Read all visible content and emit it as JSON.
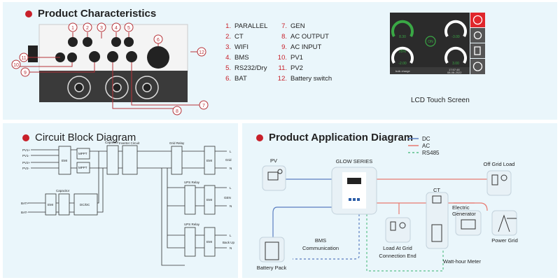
{
  "product_characteristics": {
    "title": "Product Characteristics",
    "ports_left": [
      {
        "num": "1.",
        "label": "PARALLEL"
      },
      {
        "num": "2.",
        "label": "CT"
      },
      {
        "num": "3.",
        "label": "WIFI"
      },
      {
        "num": "4.",
        "label": "BMS"
      },
      {
        "num": "5.",
        "label": "RS232/Dry"
      },
      {
        "num": "6.",
        "label": "BAT"
      }
    ],
    "ports_right": [
      {
        "num": "7.",
        "label": "GEN"
      },
      {
        "num": "8.",
        "label": "AC OUTPUT"
      },
      {
        "num": "9.",
        "label": "AC INPUT"
      },
      {
        "num": "10.",
        "label": "PV1"
      },
      {
        "num": "11.",
        "label": "PV2"
      },
      {
        "num": "12.",
        "label": "Battery switch"
      }
    ],
    "callouts": [
      "1",
      "2",
      "3",
      "4",
      "5",
      "6",
      "7",
      "8",
      "9",
      "10",
      "11",
      "12"
    ],
    "lcd_caption": "LCD Touch Screen",
    "lcd": {
      "pv_value": "8.30",
      "pv_min": "0",
      "pv_max": "12",
      "grid_value": "-3.00",
      "grid_min": "0",
      "grid_max": "8",
      "battery_soc": "25%",
      "battery_value": "-2.00",
      "battery_min": "0",
      "battery_max": "8",
      "load_value": "3.00",
      "load_min": "0",
      "load_max": "8",
      "center_label": "ON",
      "status": "bulk charge",
      "time": "17:57:48",
      "date": "08-08-2022",
      "side_buttons": [
        "alarm-icon",
        "gear-icon",
        "log-icon",
        "info-icon"
      ],
      "colors": {
        "screen": "#2b2b2b",
        "green": "#3aa845",
        "alarm": "#e0262b"
      }
    }
  },
  "circuit_block": {
    "title": "Circuit Block Diagram",
    "inputs_pv": [
      "PV1+",
      "PV1-",
      "PV2+",
      "PV2-"
    ],
    "inputs_bat": [
      "BAT+",
      "BAT-"
    ],
    "blocks": {
      "emi": "EMI",
      "mppt": "MPPT",
      "dcdc": "DC/DC",
      "capacitor": "Capacitor",
      "inverter": "Inverter Circuit",
      "grid_relay": "Grid Relay",
      "ups_relay": "UPS Relay"
    },
    "outputs": [
      {
        "name": "Grid",
        "l": "L",
        "n": "N"
      },
      {
        "name": "GEN",
        "l": "L",
        "n": "N"
      },
      {
        "name": "Back Up",
        "l": "L",
        "n": "N"
      }
    ]
  },
  "application": {
    "title": "Product Application Diagram",
    "legend": [
      {
        "label": "DC",
        "color": "#5a7ec0",
        "style": "solid"
      },
      {
        "label": "AC",
        "color": "#e87a70",
        "style": "solid"
      },
      {
        "label": "RS485",
        "color": "#5bc08a",
        "style": "dashed"
      }
    ],
    "nodes": {
      "pv": "PV",
      "inverter": "GLOW SERIES",
      "off_grid_load": "Off Grid Load",
      "ct": "CT",
      "battery": "Battery Pack",
      "bms": [
        "BMS",
        "Communication"
      ],
      "load_grid": [
        "Load At Grid",
        "Connection End"
      ],
      "meter": "Watt-hour Meter",
      "generator": [
        "Electric",
        "Generator"
      ],
      "power_grid": "Power Grid"
    }
  }
}
